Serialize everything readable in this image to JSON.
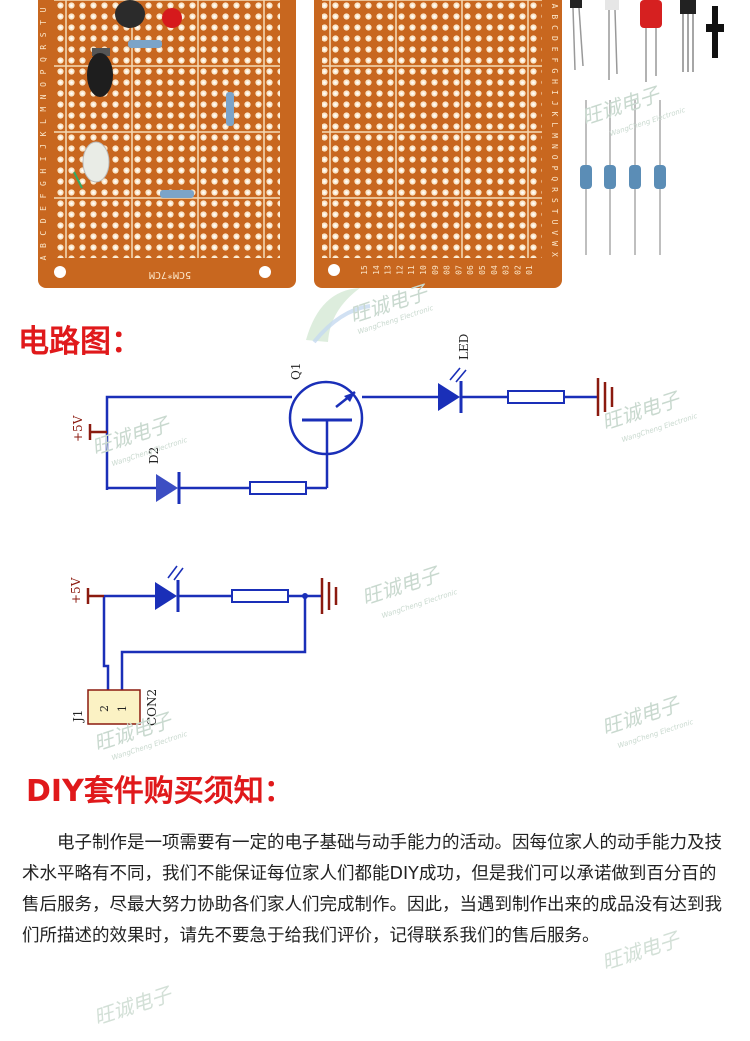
{
  "colors": {
    "heading": "#e0191b",
    "pcb": "#c8671f",
    "wire": "#1a2fb8",
    "ground": "#8b1a0f",
    "body_text": "#222222",
    "watermark": "#9cc7a0"
  },
  "pcb_left": {
    "size_label": "5CM*7CM",
    "row_letters": "ABCDEFGHIJKLMNOPQRSTU"
  },
  "pcb_right": {
    "row_letters": "ABCDEFGHIJKLMNOPQRSTUVWX",
    "col_numbers": [
      "15",
      "14",
      "13",
      "12",
      "11",
      "10",
      "09",
      "08",
      "07",
      "06",
      "05",
      "04",
      "03",
      "02",
      "01"
    ]
  },
  "section1": {
    "title": "电路图："
  },
  "circuit1": {
    "supply": "+5V",
    "transistor": "Q1",
    "led": "LED",
    "ir_led": "D2"
  },
  "circuit2": {
    "supply": "+5V",
    "connector": "J1",
    "connector_type": "CON2",
    "pin1": "1",
    "pin2": "2"
  },
  "section2": {
    "title": "DIY套件购买须知："
  },
  "notice": {
    "text": "电子制作是一项需要有一定的电子基础与动手能力的活动。因每位家人的动手能力及技术水平略有不同，我们不能保证每位家人们都能DIY成功，但是我们可以承诺做到百分百的售后服务，尽最大努力协助各们家人们完成制作。因此，当遇到制作出来的成品没有达到我们所描述的效果时，请先不要急于给我们评价，记得联系我们的售后服务。"
  },
  "watermark": {
    "cn": "旺诚电子",
    "en": "WangCheng Electronic"
  }
}
